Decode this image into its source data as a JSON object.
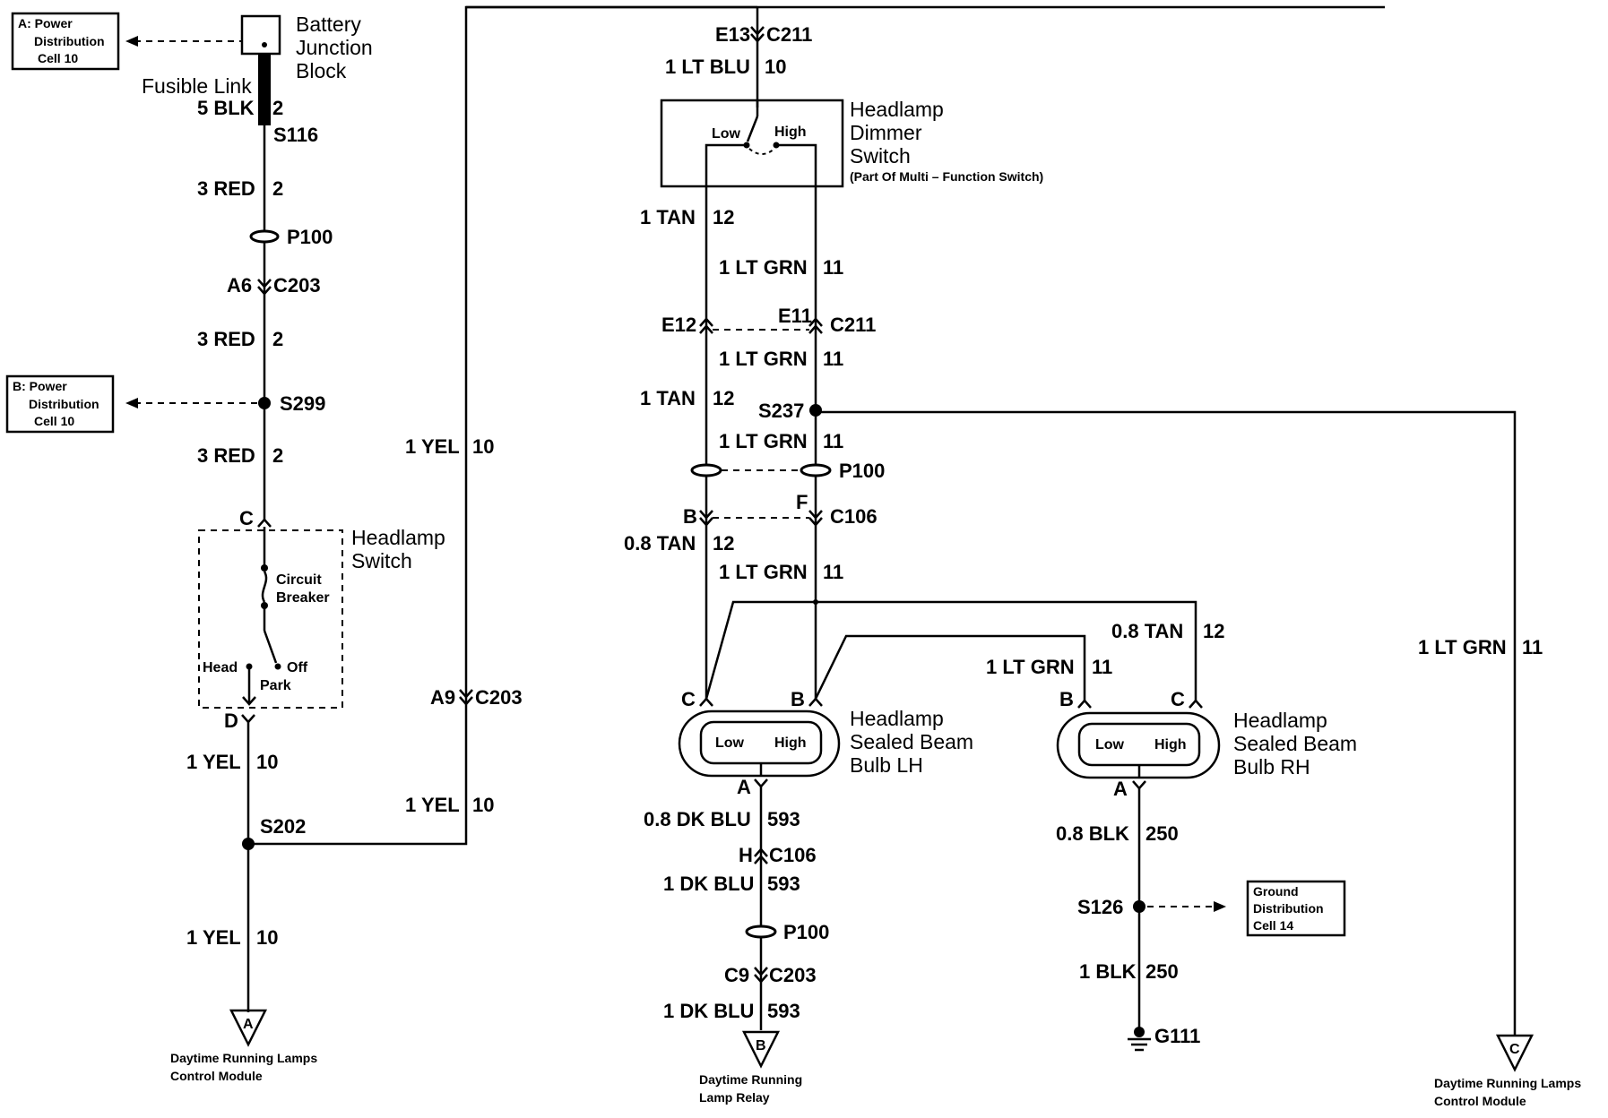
{
  "refs": {
    "a": [
      "A: Power",
      "Distribution",
      "Cell 10"
    ],
    "b": [
      "B: Power",
      "Distribution",
      "Cell 10"
    ],
    "gnd": [
      "Ground",
      "Distribution",
      "Cell 14"
    ]
  },
  "components": {
    "battery_junction": [
      "Battery",
      "Junction",
      "Block"
    ],
    "fusible_link": "Fusible Link",
    "headlamp_switch": [
      "Headlamp",
      "Switch"
    ],
    "circuit_breaker": [
      "Circuit",
      "Breaker"
    ],
    "switch_positions": {
      "head": "Head",
      "off": "Off",
      "park": "Park"
    },
    "dimmer_switch": [
      "Headlamp",
      "Dimmer",
      "Switch"
    ],
    "dimmer_note": "(Part Of Multi – Function Switch)",
    "dimmer_positions": {
      "low": "Low",
      "high": "High"
    },
    "bulb_lh": [
      "Headlamp",
      "Sealed Beam",
      "Bulb LH"
    ],
    "bulb_rh": [
      "Headlamp",
      "Sealed Beam",
      "Bulb RH"
    ],
    "bulb_positions": {
      "low": "Low",
      "high": "High"
    }
  },
  "connectors": {
    "s116": "S116",
    "p100": "P100",
    "a6": "A6",
    "c203": "C203",
    "s299": "S299",
    "pin_c": "C",
    "pin_d": "D",
    "s202": "S202",
    "a9": "A9",
    "e13": "E13",
    "c211": "C211",
    "e12": "E12",
    "e11": "E11",
    "s237": "S237",
    "pin_b": "B",
    "pin_f": "F",
    "c106": "C106",
    "pin_a": "A",
    "pin_h": "H",
    "c9": "C9",
    "s126": "S126",
    "g111": "G111"
  },
  "wires": {
    "5_blk": "5 BLK",
    "2": "2",
    "3_red": "3 RED",
    "1_yel": "1 YEL",
    "10": "10",
    "1_lt_blu": "1 LT BLU",
    "1_tan": "1 TAN",
    "12": "12",
    "1_lt_grn": "1 LT GRN",
    "11": "11",
    "0_8_tan": "0.8 TAN",
    "0_8_dk_blu": "0.8 DK BLU",
    "593": "593",
    "1_dk_blu": "1 DK BLU",
    "0_8_blk": "0.8 BLK",
    "250": "250",
    "1_blk": "1 BLK"
  },
  "destinations": {
    "a": {
      "letter": "A",
      "lines": [
        "Daytime Running Lamps",
        "Control Module"
      ]
    },
    "b": {
      "letter": "B",
      "lines": [
        "Daytime Running",
        "Lamp Relay"
      ]
    },
    "c": {
      "letter": "C",
      "lines": [
        "Daytime Running Lamps",
        "Control Module"
      ]
    }
  }
}
